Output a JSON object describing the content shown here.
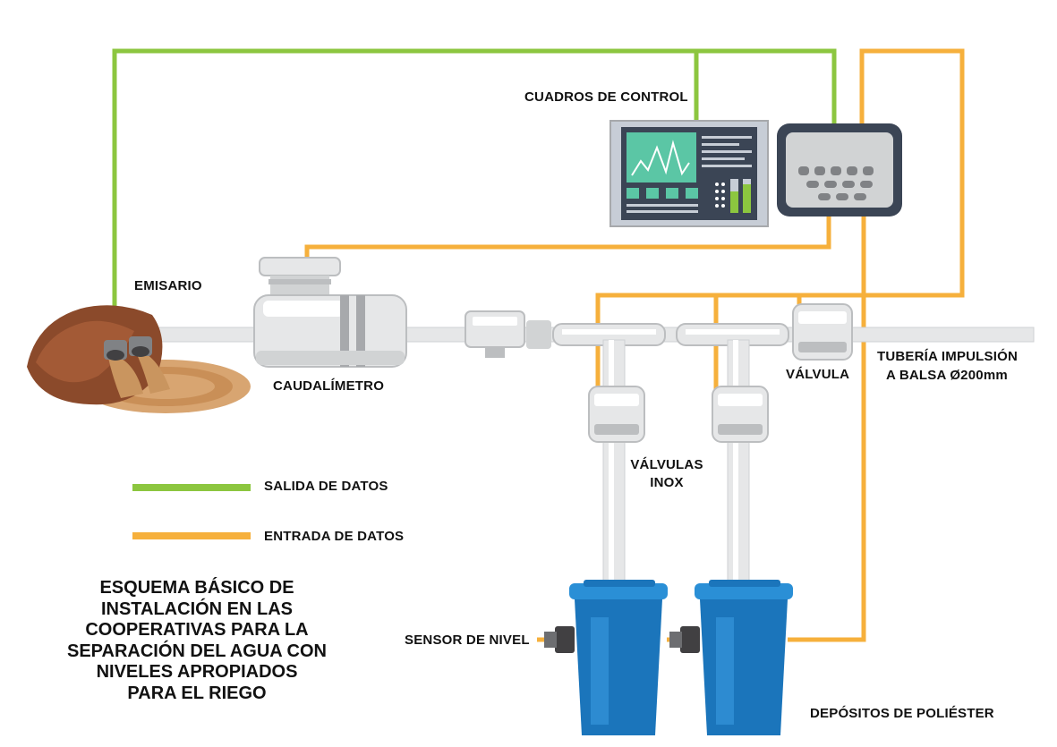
{
  "labels": {
    "control_panels": "CUADROS DE CONTROL",
    "outfall": "EMISARIO",
    "flowmeter": "CAUDALÍMETRO",
    "valve": "VÁLVULA",
    "pipe_line1": "TUBERÍA IMPULSIÓN",
    "pipe_line2": "A BALSA Ø200mm",
    "inox_line1": "VÁLVULAS",
    "inox_line2": "INOX",
    "level_sensor": "SENSOR DE NIVEL",
    "tanks": "DEPÓSITOS DE POLIÉSTER"
  },
  "legend": [
    {
      "label": "SALIDA DE DATOS",
      "color": "#8cc63f"
    },
    {
      "label": "ENTRADA DE DATOS",
      "color": "#f6b03c"
    }
  ],
  "title_lines": [
    "ESQUEMA BÁSICO DE",
    "INSTALACIÓN EN LAS",
    "COOPERATIVAS PARA LA",
    "SEPARACIÓN DEL AGUA CON",
    "NIVELES APROPIADOS",
    "PARA EL RIEGO"
  ],
  "colors": {
    "green_wire": "#8cc63f",
    "orange_wire": "#f6b03c",
    "pipe": "#e6e7e8",
    "tank_blue": "#1b75bb",
    "panel_dark": "#3b4555"
  }
}
